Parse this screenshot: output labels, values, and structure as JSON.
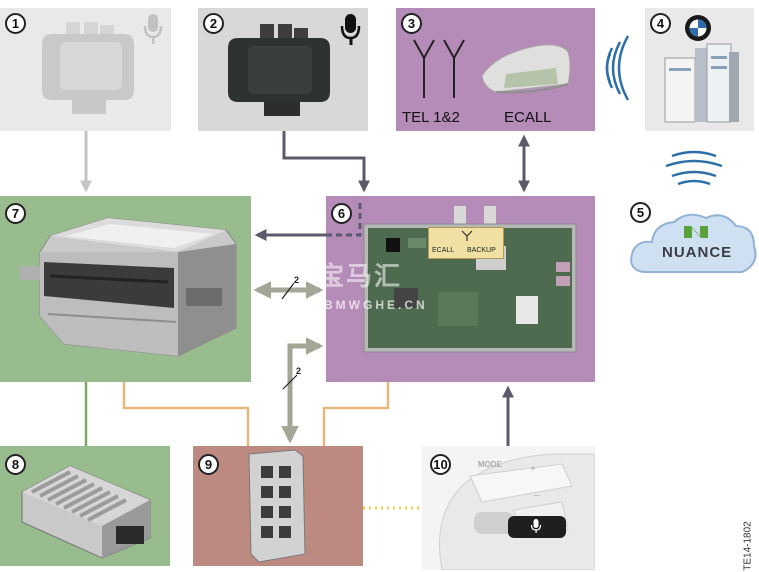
{
  "colors": {
    "grey_panel": "#e8e8e8",
    "grey_panel_dark": "#d4d4d4",
    "purple_panel": "#b58bb8",
    "green_panel": "#98bc8e",
    "red_panel": "#bd8a82",
    "arrow_dark": "#5c5a6a",
    "arrow_light": "#c4c4c4",
    "arrow_double": "#a5a596",
    "line_orange": "#e6b77d",
    "line_green": "#7aa86b",
    "line_yellow_dotted": "#f1d24a",
    "wave_blue": "#2e6fa8"
  },
  "components": [
    {
      "number": "1",
      "icon": "microphone-icon"
    },
    {
      "number": "2",
      "icon": "microphone-icon"
    },
    {
      "number": "3",
      "labels": [
        "TEL 1&2",
        "ECALL"
      ]
    },
    {
      "number": "4",
      "icon": "bmw-logo-icon"
    },
    {
      "number": "5",
      "logo_text": "NUANCE"
    },
    {
      "number": "6",
      "board_labels": [
        "ECALL",
        "BACKUP"
      ]
    },
    {
      "number": "7"
    },
    {
      "number": "8"
    },
    {
      "number": "9"
    },
    {
      "number": "10",
      "buttons": [
        "MODE",
        "+",
        "–"
      ]
    }
  ],
  "connection_labels": [
    "2",
    "2"
  ],
  "watermark": {
    "glyphs": "宝马汇",
    "url": "BMWGHE.CN"
  },
  "document_id": "TE14-1802"
}
